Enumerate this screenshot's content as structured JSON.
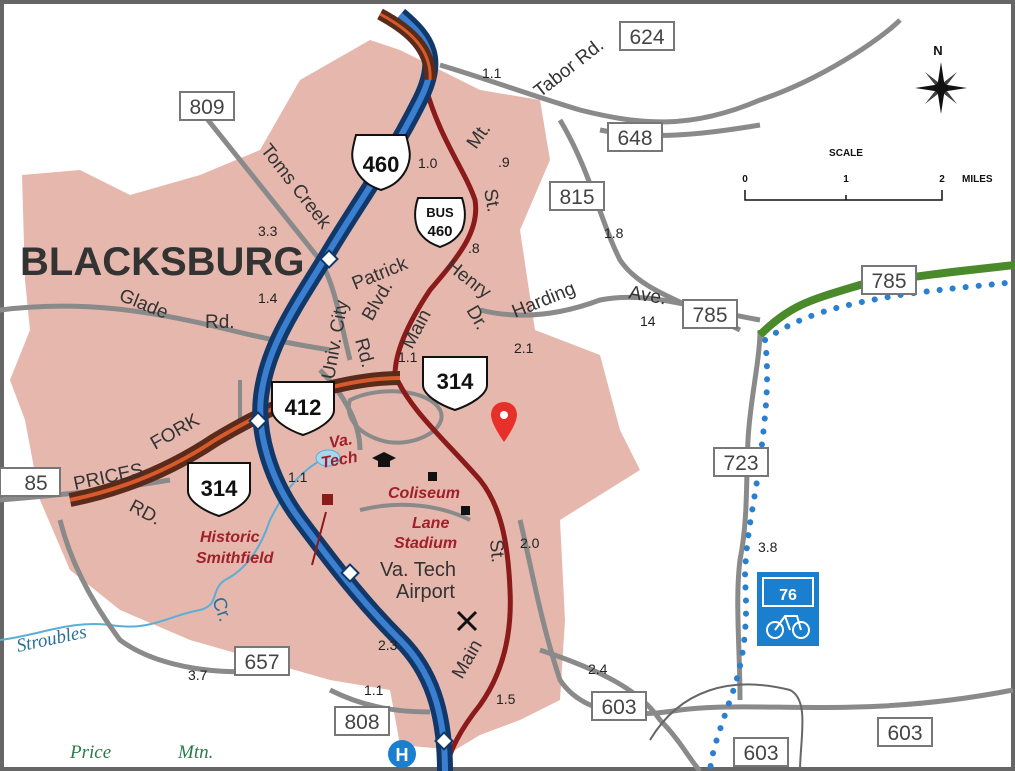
{
  "city": "BLACKSBURG",
  "route_signs": {
    "r624": "624",
    "r809": "809",
    "r648": "648",
    "r815": "815",
    "r785_green": "785",
    "r785": "785",
    "r723": "723",
    "r85": "85",
    "r657": "657",
    "r808": "808",
    "r603a": "603",
    "r603b": "603",
    "r603c": "603"
  },
  "shields": {
    "us460": "460",
    "bus_top": "BUS",
    "bus_bottom": "460",
    "r314a": "314",
    "r412": "412",
    "r314b": "314",
    "bike_route": "76",
    "hospital": "H"
  },
  "street_names": {
    "tabor": "Tabor Rd.",
    "toms_creek": "Toms Creek",
    "mt": "Mt.",
    "patrick": "Patrick",
    "henry": "Henry",
    "blvd": "Blvd.",
    "glade": "Glade",
    "rd_glade": "Rd.",
    "univ_city": "Univ. City",
    "rd_univ": "Rd.",
    "main": "Main",
    "dr": "Dr.",
    "harding": "Harding",
    "ave": "Ave.",
    "st_top": "St.",
    "prices": "PRICES",
    "fork": "FORK",
    "rd_prices": "RD.",
    "st_main": "St.",
    "main_south": "Main",
    "cr": "Cr.",
    "stroubles": "Stroubles",
    "price": "Price",
    "mtn": "Mtn."
  },
  "pois": {
    "va_tech_1": "Va.",
    "va_tech_2": "Tech",
    "coliseum": "Coliseum",
    "lane_1": "Lane",
    "lane_2": "Stadium",
    "historic_1": "Historic",
    "historic_2": "Smithfield",
    "airport_1": "Va. Tech",
    "airport_2": "Airport"
  },
  "distances": {
    "d1": "1.1",
    "d2": "1.0",
    "d3": ".9",
    "d4": ".8",
    "d5": "1.8",
    "d6": "3.3",
    "d7": "1.4",
    "d8": "1.1",
    "d9": "14",
    "d10": "2.1",
    "d11": "1.1",
    "d12": "2.0",
    "d13": "3.8",
    "d14": "2.3",
    "d15": "3.7",
    "d16": "1.1",
    "d17": "2.4",
    "d18": "1.5"
  },
  "compass": {
    "north": "N"
  },
  "scale": {
    "title": "SCALE",
    "ticks": [
      "0",
      "1",
      "2"
    ],
    "unit": "MILES"
  },
  "colors": {
    "town": "#e6b8ad",
    "road_gray": "#8a8a8a",
    "us460_blue": "#1e5aa8",
    "bus_red": "#8b1a1a",
    "parkway_green": "#4a8a2a",
    "bike_dots": "#2a7fd0",
    "water": "#5aaed8",
    "poi_red": "#a0202a",
    "marker": "#e8302a"
  }
}
